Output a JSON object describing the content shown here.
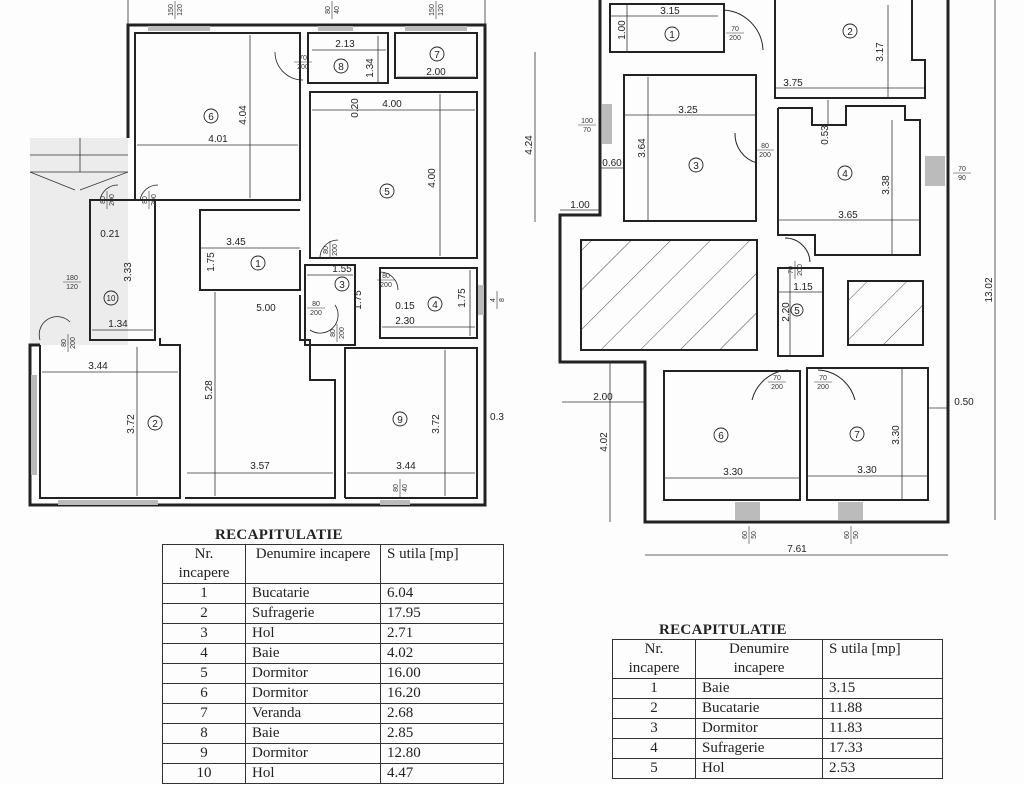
{
  "left_plan": {
    "dims": [
      "4.01",
      "4.04",
      "2.13",
      "1.34",
      "2.00",
      "0.20",
      "4.00",
      "4.00",
      "3.45",
      "1.75",
      "0.21",
      "3.33",
      "1.34",
      "3.44",
      "3.72",
      "5.28",
      "5.00",
      "1.55",
      "1.75",
      "0.15",
      "2.30",
      "1.75",
      "3.72",
      "3.57",
      "3.44",
      "0.3"
    ],
    "doors": [
      "150/120",
      "80/40",
      "150/120",
      "70/200",
      "80/200",
      "80/200",
      "80/200",
      "80/200",
      "80/200",
      "80/200",
      "180/120",
      "80/200",
      "80/40",
      "4/8"
    ],
    "rooms": [
      "1",
      "2",
      "3",
      "4",
      "5",
      "6",
      "7",
      "8",
      "9",
      "10"
    ]
  },
  "right_plan": {
    "dims": [
      "3.15",
      "1.00",
      "3.17",
      "3.75",
      "3.25",
      "3.64",
      "0.53",
      "3.38",
      "3.65",
      "4.24",
      "0.60",
      "1.00",
      "1.15",
      "2.20",
      "2.00",
      "4.02",
      "3.30",
      "3.30",
      "3.30",
      "0.50",
      "7.61",
      "13.02"
    ],
    "doors": [
      "70/200",
      "100/70",
      "80/200",
      "70/90",
      "70/200",
      "70/200",
      "70/200",
      "60/50",
      "60/50"
    ],
    "rooms": [
      "1",
      "2",
      "3",
      "4",
      "5",
      "6",
      "7"
    ]
  },
  "left_table": {
    "title": "RECAPITULATIE",
    "headers": [
      "Nr. incapere",
      "Denumire incapere",
      "S utila [mp]"
    ],
    "rows": [
      [
        "1",
        "Bucatarie",
        "6.04"
      ],
      [
        "2",
        "Sufragerie",
        "17.95"
      ],
      [
        "3",
        "Hol",
        "2.71"
      ],
      [
        "4",
        "Baie",
        "4.02"
      ],
      [
        "5",
        "Dormitor",
        "16.00"
      ],
      [
        "6",
        "Dormitor",
        "16.20"
      ],
      [
        "7",
        "Veranda",
        "2.68"
      ],
      [
        "8",
        "Baie",
        "2.85"
      ],
      [
        "9",
        "Dormitor",
        "12.80"
      ],
      [
        "10",
        "Hol",
        "4.47"
      ]
    ]
  },
  "right_table": {
    "title": "RECAPITULATIE",
    "headers": [
      "Nr. incapere",
      "Denumire incapere",
      "S utila [mp]"
    ],
    "rows": [
      [
        "1",
        "Baie",
        "3.15"
      ],
      [
        "2",
        "Bucatarie",
        "11.88"
      ],
      [
        "3",
        "Dormitor",
        "11.83"
      ],
      [
        "4",
        "Sufragerie",
        "17.33"
      ],
      [
        "5",
        "Hol",
        "2.53"
      ]
    ]
  }
}
